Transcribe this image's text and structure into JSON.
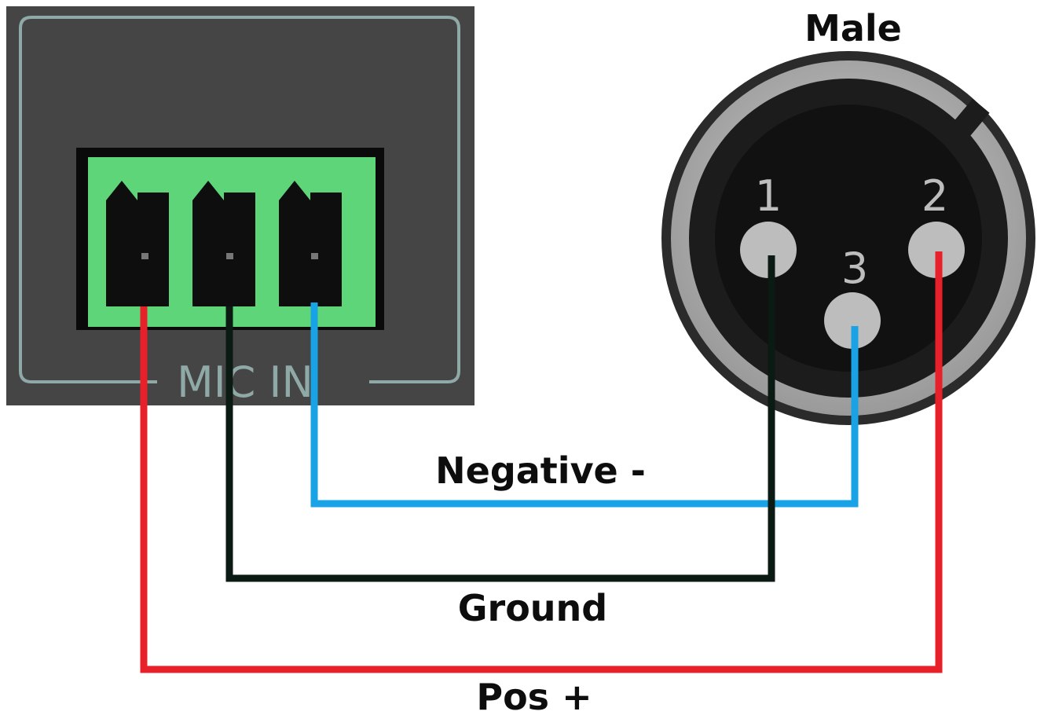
{
  "panel": {
    "label": "MIC IN"
  },
  "xlr": {
    "title": "Male",
    "pins": {
      "p1": "1",
      "p2": "2",
      "p3": "3"
    }
  },
  "wires": {
    "negative": {
      "label": "Negative -",
      "color": "#18a3e6"
    },
    "ground": {
      "label": "Ground",
      "color": "#0b1a12"
    },
    "positive": {
      "label": "Pos +",
      "color": "#e8202a"
    }
  },
  "colors": {
    "panel": "#454545",
    "terminal_block": "#5fd57a",
    "connector_ring": "#bdbdbd",
    "connector_body": "#1a1a1a"
  }
}
